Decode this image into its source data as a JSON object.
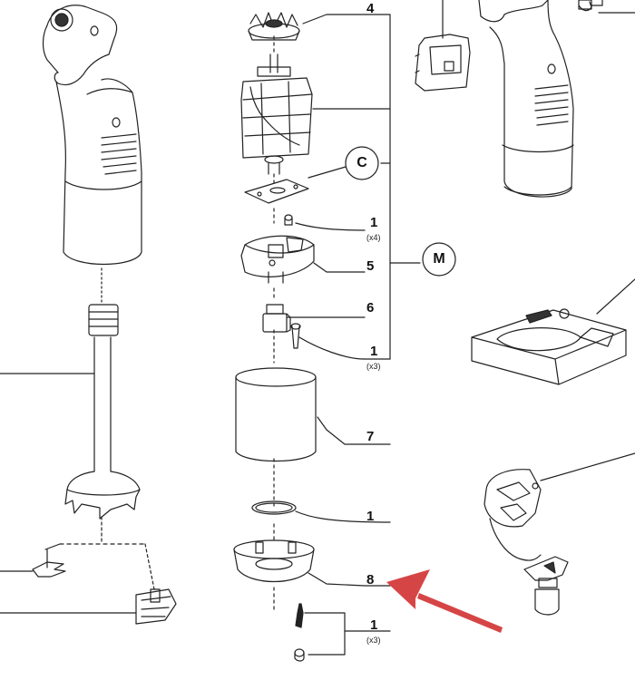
{
  "callouts": {
    "c": "C",
    "m": "M"
  },
  "parts": [
    {
      "number": "4",
      "qty": ""
    },
    {
      "number": "1",
      "qty": "(x4)"
    },
    {
      "number": "5",
      "qty": ""
    },
    {
      "number": "6",
      "qty": ""
    },
    {
      "number": "1",
      "qty": "(x3)"
    },
    {
      "number": "7",
      "qty": ""
    },
    {
      "number": "1",
      "qty": ""
    },
    {
      "number": "8",
      "qty": ""
    },
    {
      "number": "1",
      "qty": "(x3)"
    }
  ],
  "colors": {
    "line": "#222222",
    "highlight_arrow": "#d64545",
    "background": "#ffffff"
  }
}
